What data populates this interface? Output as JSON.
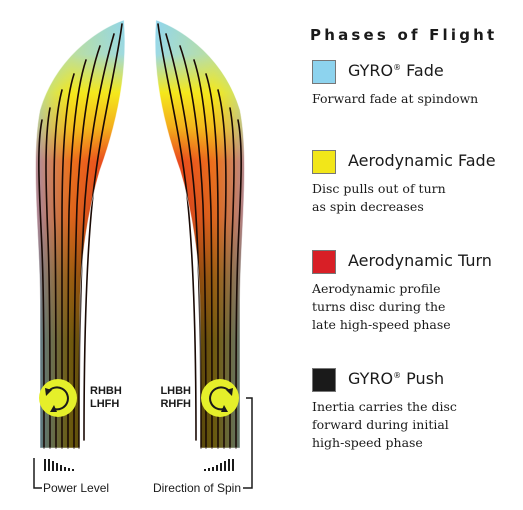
{
  "legend": {
    "title": "Phases of Flight",
    "items": [
      {
        "name": "GYRO",
        "mark": "®",
        "suffix": " Fade",
        "color": "#8dd3ee",
        "desc": [
          "Forward fade at spindown"
        ]
      },
      {
        "name": "Aerodynamic Fade",
        "mark": "",
        "suffix": "",
        "color": "#f2e619",
        "desc": [
          "Disc pulls out of turn",
          "as spin decreases"
        ]
      },
      {
        "name": "Aerodynamic Turn",
        "mark": "",
        "suffix": "",
        "color": "#d81f26",
        "desc": [
          "Aerodynamic profile",
          "turns disc during the",
          "late high-speed phase"
        ]
      },
      {
        "name": "GYRO",
        "mark": "®",
        "suffix": " Push",
        "color": "#1a1a1a",
        "desc": [
          "Inertia carries the disc",
          "forward during initial",
          "high-speed phase"
        ]
      }
    ]
  },
  "left_path": {
    "labels": [
      "RHBH",
      "LHFH"
    ],
    "icon": "counterclockwise-spin-icon"
  },
  "right_path": {
    "labels": [
      "LHBH",
      "RHFH"
    ],
    "icon": "clockwise-spin-icon"
  },
  "footer": {
    "power_level": "Power Level",
    "direction_of_spin": "Direction of Spin"
  },
  "colors": {
    "gyro_fade": "#8dd3ee",
    "aero_fade": "#f2e619",
    "aero_turn": "#d81f26",
    "gyro_push": "#1f0d06",
    "spin_icon": "#e5ef2a"
  }
}
